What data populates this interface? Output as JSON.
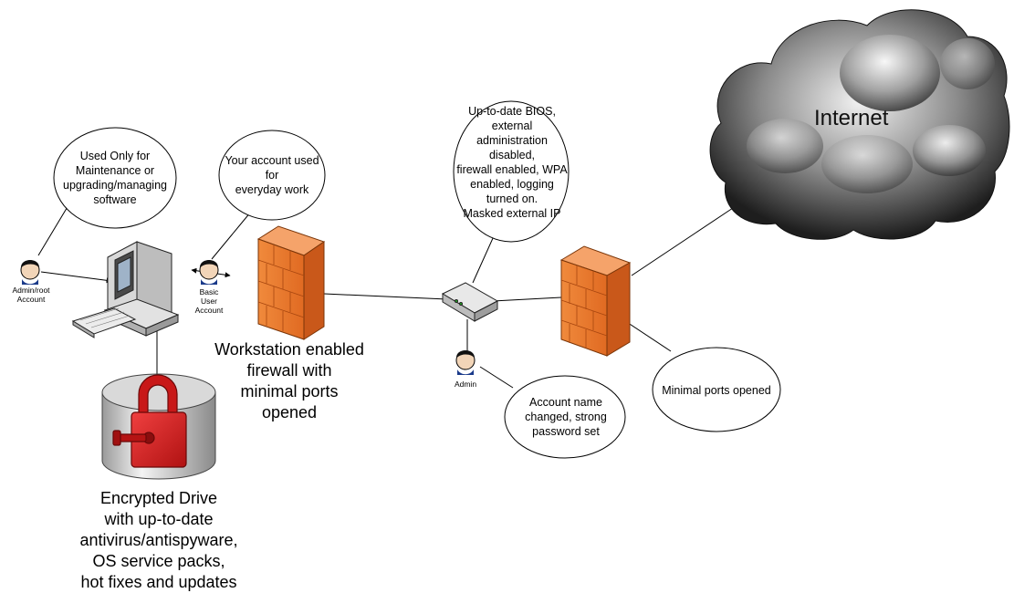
{
  "accounts": {
    "admin_root": "Admin/root\nAccount",
    "basic_user": "Basic\nUser\nAccount",
    "router_admin": "Admin"
  },
  "bubbles": {
    "maintenance": "Used Only for\nMaintenance or\nupgrading/managing\nsoftware",
    "everyday": "Your account used for\neveryday work",
    "router_config": "Up-to-date BIOS, external\nadministration disabled,\nfirewall enabled, WPA\nenabled, logging turned on.\nMasked external IP",
    "account_name": "Account name\nchanged, strong\npassword set",
    "minimal_ports": "Minimal ports opened"
  },
  "labels": {
    "workstation_firewall": "Workstation enabled\nfirewall with\nminimal ports\nopened",
    "encrypted_drive": "Encrypted Drive\nwith up-to-date\nantivirus/antispyware,\nOS service packs,\nhot fixes and updates",
    "internet": "Internet"
  },
  "colors": {
    "firewall_orange": "#e8742a",
    "lock_red": "#d42020",
    "cloud_dark": "#3a3a3a"
  },
  "icons": [
    "user-icon",
    "computer-icon",
    "firewall-icon",
    "router-icon",
    "encrypted-drive-icon",
    "lock-icon",
    "cloud-icon"
  ]
}
